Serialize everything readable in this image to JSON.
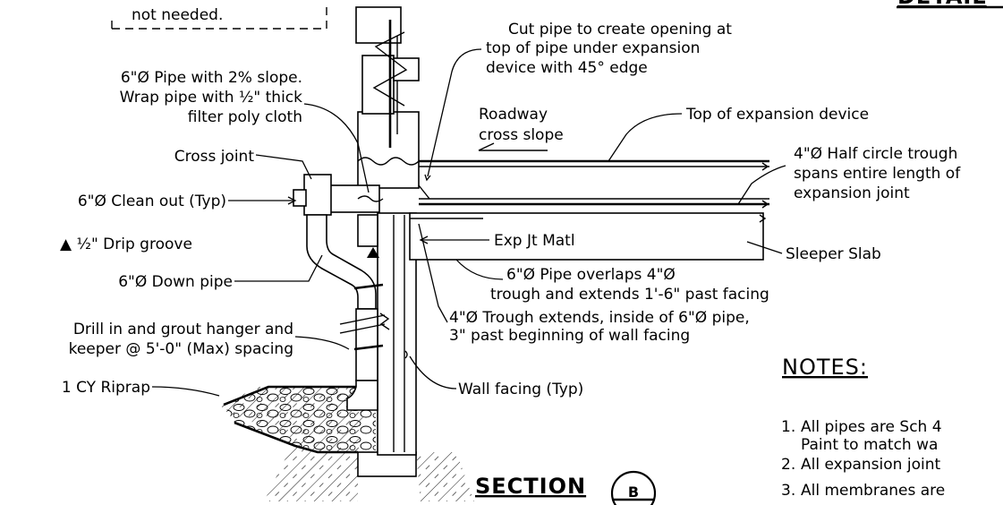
{
  "top_note_fragment": "not needed.",
  "header_fragment": "DETAIL",
  "labels": {
    "cut_pipe": [
      "Cut pipe to create opening at",
      "top of pipe under expansion",
      "device with 45° edge"
    ],
    "pipe_6_slope": [
      "6\"Ø Pipe with 2% slope.",
      "Wrap pipe with ½\" thick",
      "filter poly cloth"
    ],
    "roadway": [
      "Roadway",
      "cross slope"
    ],
    "top_of_expansion": "Top of expansion device",
    "trough_4": [
      "4\"Ø Half circle trough",
      "spans entire length of",
      "expansion joint"
    ],
    "cross_joint": "Cross joint",
    "clean_out": "6\"Ø Clean out (Typ)",
    "drip_groove": "▲ ½\" Drip groove",
    "exp_jt_matl": "Exp Jt Matl",
    "sleeper_slab": "Sleeper Slab",
    "down_pipe": "6\"Ø Down pipe",
    "pipe_overlaps": [
      "6\"Ø Pipe overlaps 4\"Ø",
      "trough and extends 1'-6\" past facing"
    ],
    "trough_extends": [
      "4\"Ø Trough extends, inside of 6\"Ø pipe,",
      "3\" past beginning of wall facing"
    ],
    "drill_grout": [
      "Drill in and grout hanger and",
      "keeper @ 5'-0\" (Max) spacing"
    ],
    "riprap": "1 CY Riprap",
    "wall_facing": "Wall facing (Typ)"
  },
  "section": {
    "title": "SECTION",
    "letter": "B"
  },
  "notes": {
    "title": "NOTES:",
    "items": [
      {
        "num": "1.",
        "lines": [
          "All pipes are Sch 4",
          "Paint to match wa"
        ]
      },
      {
        "num": "2.",
        "lines": [
          "All expansion joint"
        ]
      },
      {
        "num": "3.",
        "lines": [
          "All membranes are"
        ]
      }
    ]
  }
}
